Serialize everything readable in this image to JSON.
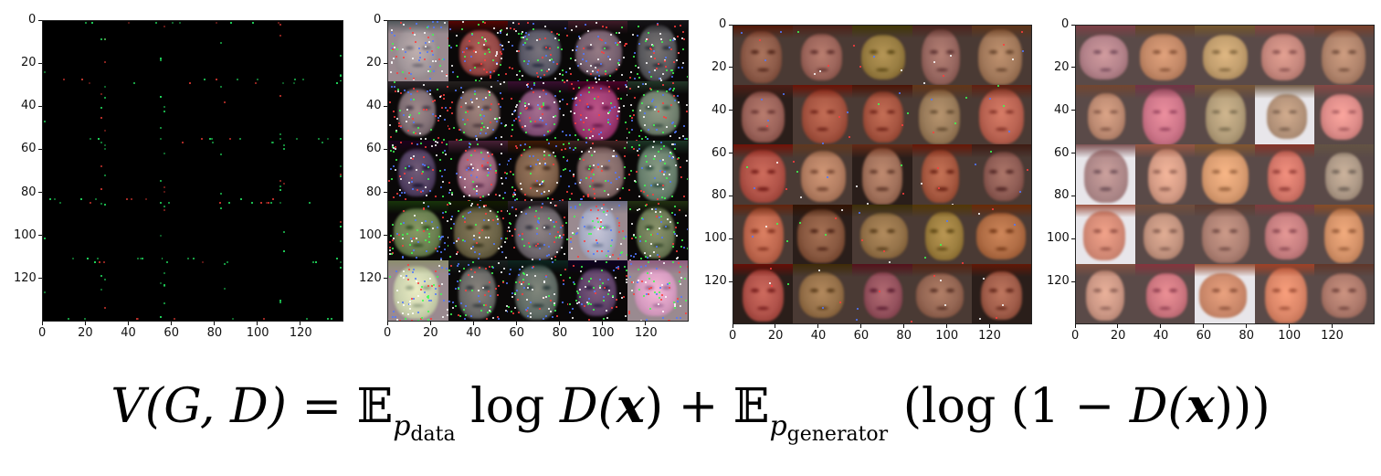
{
  "panels": [
    {
      "id": "panel-1",
      "theme": "noise",
      "x_ticks": [
        "0",
        "20",
        "40",
        "60",
        "80",
        "100",
        "120"
      ],
      "y_ticks": [
        "0",
        "20",
        "40",
        "60",
        "80",
        "100",
        "120"
      ]
    },
    {
      "id": "panel-2",
      "theme": "early",
      "x_ticks": [
        "0",
        "20",
        "40",
        "60",
        "80",
        "100",
        "120"
      ],
      "y_ticks": [
        "0",
        "20",
        "40",
        "60",
        "80",
        "100",
        "120"
      ]
    },
    {
      "id": "panel-3",
      "theme": "mid",
      "x_ticks": [
        "0",
        "20",
        "40",
        "60",
        "80",
        "100",
        "120"
      ],
      "y_ticks": [
        "0",
        "20",
        "40",
        "60",
        "80",
        "100",
        "120"
      ]
    },
    {
      "id": "panel-4",
      "theme": "late",
      "x_ticks": [
        "0",
        "20",
        "40",
        "60",
        "80",
        "100",
        "120"
      ],
      "y_ticks": [
        "0",
        "20",
        "40",
        "60",
        "80",
        "100",
        "120"
      ]
    }
  ],
  "formula": {
    "lhs": "V(G, D) = ",
    "e1": "𝔼",
    "p1": "p",
    "p1_sub": "data",
    "log1": " log ",
    "d1": "D(",
    "x1": "x",
    "close1": ") + ",
    "e2": "𝔼",
    "p2": "p",
    "p2_sub": "generator",
    "rest_open": " (log (1 − ",
    "d2": "D(",
    "x2": "x",
    "rest_close": ")))"
  },
  "colors": {
    "noise_dot_green": "#1fd45a",
    "noise_dot_red": "#c0302a",
    "skin_base": "#b5735a",
    "axis_text": "#111111"
  }
}
